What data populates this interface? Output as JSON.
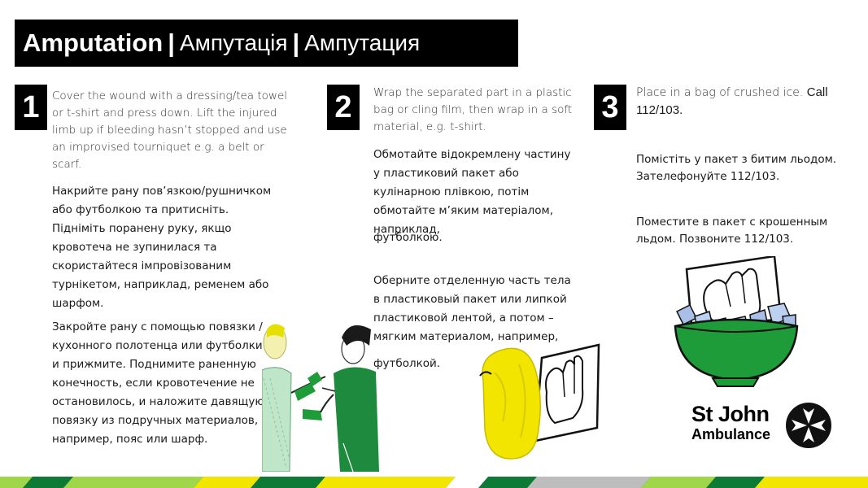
{
  "title": {
    "english": "Amputation",
    "separator": "|",
    "ukrainian": "Ампутація",
    "russian": "Ампутация"
  },
  "steps": [
    {
      "number": "1",
      "english": "Cover the wound with a dressing/tea towel or t-shirt and press down. Lift the injured limb up if bleeding hasn’t stopped  and use an improvised tourniquet e.g. a belt or scarf.",
      "ukrainian": "Накрийте рану пов’язкою/рушничком або футболкою та притисніть. Підніміть поранену руку, якщо кровотеча не зупинилася та скористайтеся імпровізованим турнікетом, наприклад, ременем або шарфом.",
      "russian": "Закройте рану с помощью повязки / кухонного полотенца или футболки и прижмите. Поднимите раненную конечность, если кровотечение не остановилось, и наложите давящую повязку из подручных материалов, например, пояс или шарф."
    },
    {
      "number": "2",
      "english": "Wrap the separated part in a plastic bag or cling film, then wrap in a soft material, e.g. t-shirt.",
      "ukrainian_a": "Обмотайте відокремлену частину у пластиковий пакет або кулінарною плівкою, потім обмотайте м’яким матеріалом, наприклад,",
      "ukrainian_b": "футболкою.",
      "russian_a": "Оберните отделенную часть тела в пластиковый пакет или липкой пластиковой лентой, а потом – мягким материалом, например,",
      "russian_b": "футболкой."
    },
    {
      "number": "3",
      "english_a": "Place in a bag of crushed ice.",
      "english_b": "Call 112/103.",
      "ukrainian": "Помістіть у пакет з битим льодом. Зателефонуйте 112/103.",
      "russian": "Поместите в пакет с крошенным льдом. Позвоните 112/103."
    }
  ],
  "logo": {
    "line1": "St John",
    "line2": "Ambulance"
  },
  "colors": {
    "title_bg": "#000000",
    "green": "#1e9c3a",
    "yellow": "#f2e600",
    "stripe_dark_green": "#0d7a35",
    "stripe_light_green": "#9fd64a",
    "stripe_grey": "#bdbdbd"
  }
}
